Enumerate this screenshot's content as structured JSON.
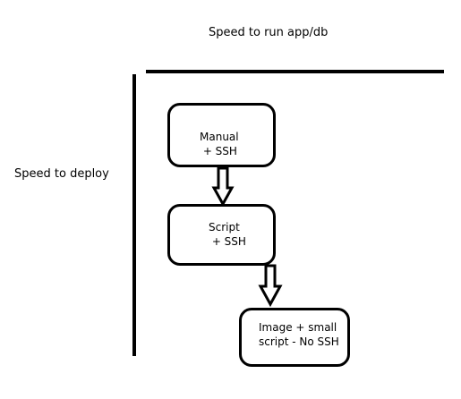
{
  "axes": {
    "x_label": "Speed to run app/db",
    "y_label": "Speed to deploy"
  },
  "boxes": [
    {
      "line1": "Manual",
      "line2": " + SSH"
    },
    {
      "line1": "Script",
      "line2": " + SSH"
    },
    {
      "line1": "Image + small",
      "line2": "script - No SSH"
    }
  ]
}
